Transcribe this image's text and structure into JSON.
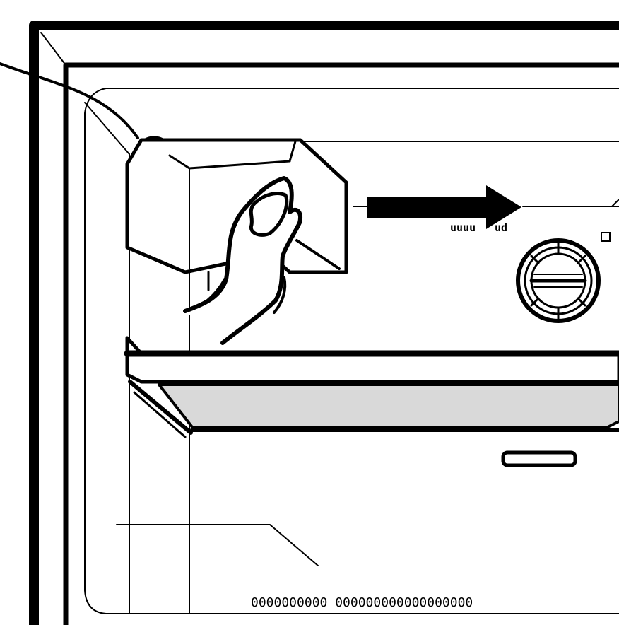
{
  "figure": {
    "label_top": "uuuu",
    "label_top_tail": "ud",
    "label_bottom": "0000000000 000000000000000000",
    "colors": {
      "ink": "#000000",
      "paper": "#ffffff",
      "light_panel": "#d9d9d9"
    },
    "arrow_direction": "right"
  }
}
